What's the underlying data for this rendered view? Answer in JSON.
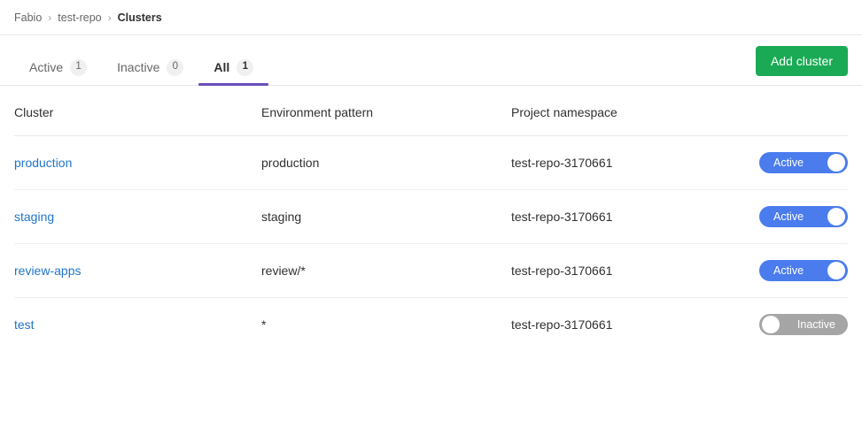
{
  "breadcrumb": {
    "separator": "›",
    "items": [
      {
        "label": "Fabio",
        "current": false
      },
      {
        "label": "test-repo",
        "current": false
      },
      {
        "label": "Clusters",
        "current": true
      }
    ]
  },
  "tabs": [
    {
      "label": "Active",
      "count": "1",
      "active": false
    },
    {
      "label": "Inactive",
      "count": "0",
      "active": false
    },
    {
      "label": "All",
      "count": "1",
      "active": true
    }
  ],
  "toolbar": {
    "add_cluster_label": "Add cluster"
  },
  "table": {
    "headers": {
      "cluster": "Cluster",
      "environment_pattern": "Environment pattern",
      "project_namespace": "Project namespace",
      "status": ""
    },
    "rows": [
      {
        "cluster": "production",
        "environment_pattern": "production",
        "project_namespace": "test-repo-3170661",
        "status_label": "Active",
        "status_on": true
      },
      {
        "cluster": "staging",
        "environment_pattern": "staging",
        "project_namespace": "test-repo-3170661",
        "status_label": "Active",
        "status_on": true
      },
      {
        "cluster": "review-apps",
        "environment_pattern": "review/*",
        "project_namespace": "test-repo-3170661",
        "status_label": "Active",
        "status_on": true
      },
      {
        "cluster": "test",
        "environment_pattern": "*",
        "project_namespace": "test-repo-3170661",
        "status_label": "Inactive",
        "status_on": false
      }
    ]
  },
  "colors": {
    "accent_purple": "#6b4fbb",
    "link_blue": "#1f75cb",
    "toggle_on_blue": "#4a7ced",
    "toggle_off_gray": "#a5a5a5",
    "button_green": "#1aaa55"
  }
}
